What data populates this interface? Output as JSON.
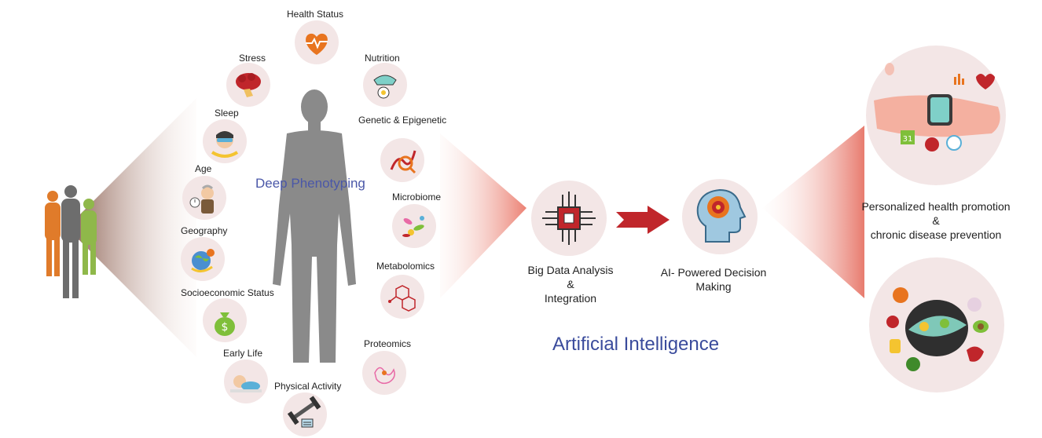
{
  "factors": {
    "health_status": "Health Status",
    "stress": "Stress",
    "nutrition": "Nutrition",
    "sleep": "Sleep",
    "genetic": "Genetic & Epigenetic",
    "age": "Age",
    "microbiome": "Microbiome",
    "geography": "Geography",
    "metabolomics": "Metabolomics",
    "socioeconomic": "Socioeconomic Status",
    "proteomics": "Proteomics",
    "early_life": "Early Life",
    "physical_activity": "Physical Activity"
  },
  "deep_phenotyping": "Deep Phenotyping",
  "big_data": {
    "line1": "Big Data Analysis",
    "line2": "&",
    "line3": "Integration"
  },
  "ai_decision": {
    "line1": "AI- Powered Decision",
    "line2": "Making"
  },
  "artificial_intelligence": "Artificial Intelligence",
  "outcome": {
    "line1": "Personalized health promotion",
    "line2": "&",
    "line3": "chronic disease prevention"
  },
  "colors": {
    "accent_blue": "#3a4b9c",
    "arrow_red": "#c0262b",
    "circle_bg": "#f3e6e6",
    "silhouette": "#8a8a8a"
  }
}
